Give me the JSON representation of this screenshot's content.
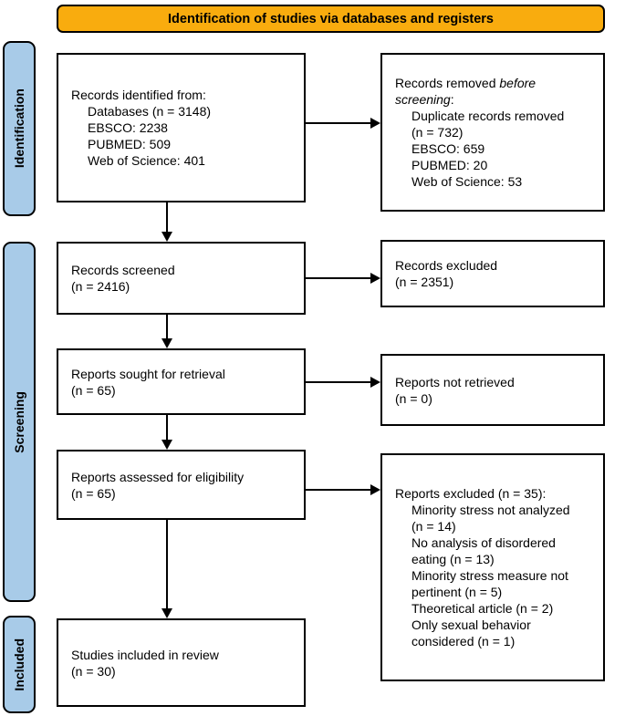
{
  "banner": {
    "label": "Identification of studies via databases and registers"
  },
  "stages": [
    {
      "label": "Identification"
    },
    {
      "label": "Screening"
    },
    {
      "label": "Included"
    }
  ],
  "boxes": {
    "identified": {
      "lines": [
        "Records identified from:"
      ],
      "items": [
        "Databases (n = 3148)",
        "EBSCO: 2238",
        "PUBMED: 509",
        "Web of Science: 401"
      ]
    },
    "removed": {
      "pre": "Records removed ",
      "italic_word1": "before",
      "italic_word2": "screening",
      "colon": ":",
      "items": [
        "Duplicate records removed",
        "(n = 732)",
        "EBSCO: 659",
        "PUBMED: 20",
        "Web of Science: 53"
      ]
    },
    "screened": {
      "lines": [
        "Records screened",
        "(n = 2416)"
      ]
    },
    "records_excluded": {
      "lines": [
        "Records excluded",
        "(n = 2351)"
      ]
    },
    "sought": {
      "lines": [
        "Reports sought for retrieval",
        "(n = 65)"
      ]
    },
    "not_retrieved": {
      "lines": [
        "Reports not retrieved",
        "(n = 0)"
      ]
    },
    "assessed": {
      "lines": [
        "Reports assessed for eligibility",
        "(n = 65)"
      ]
    },
    "reports_excluded": {
      "lines": [
        "Reports excluded (n = 35):"
      ],
      "items": [
        "Minority stress not analyzed",
        "(n = 14)",
        "No analysis of disordered",
        "eating (n = 13)",
        "Minority stress measure not",
        "pertinent (n = 5)",
        "Theoretical article (n = 2)",
        "Only sexual behavior",
        "considered (n = 1)"
      ]
    },
    "included": {
      "lines": [
        "Studies included in review",
        "(n = 30)"
      ]
    }
  },
  "colors": {
    "banner_bg": "#F9AC0E",
    "stage_bg": "#A8CBE8",
    "line_color": "#000000"
  }
}
